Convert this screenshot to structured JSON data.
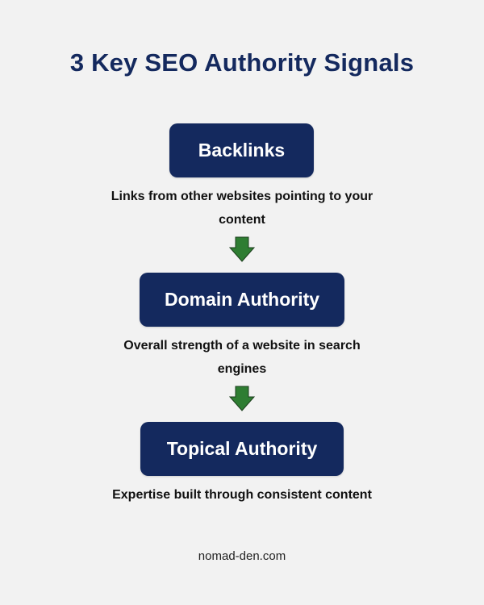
{
  "title": "3 Key SEO Authority Signals",
  "colors": {
    "background": "#f2f2f2",
    "node_fill": "#14295e",
    "node_text": "#ffffff",
    "title_text": "#14295e",
    "arrow_fill": "#2e7d32",
    "arrow_stroke": "#1b3d1c",
    "desc_text": "#111111"
  },
  "steps": [
    {
      "label": "Backlinks",
      "description_line1": "Links from other websites pointing to your",
      "description_line2": "content"
    },
    {
      "label": "Domain Authority",
      "description_line1": "Overall strength of a website in search",
      "description_line2": "engines"
    },
    {
      "label": "Topical Authority",
      "description_line1": "Expertise built through consistent content",
      "description_line2": ""
    }
  ],
  "connectors": [
    {
      "icon": "down-arrow-icon",
      "from": "Backlinks",
      "to": "Domain Authority"
    },
    {
      "icon": "down-arrow-icon",
      "from": "Domain Authority",
      "to": "Topical Authority"
    }
  ],
  "footer": "nomad-den.com"
}
